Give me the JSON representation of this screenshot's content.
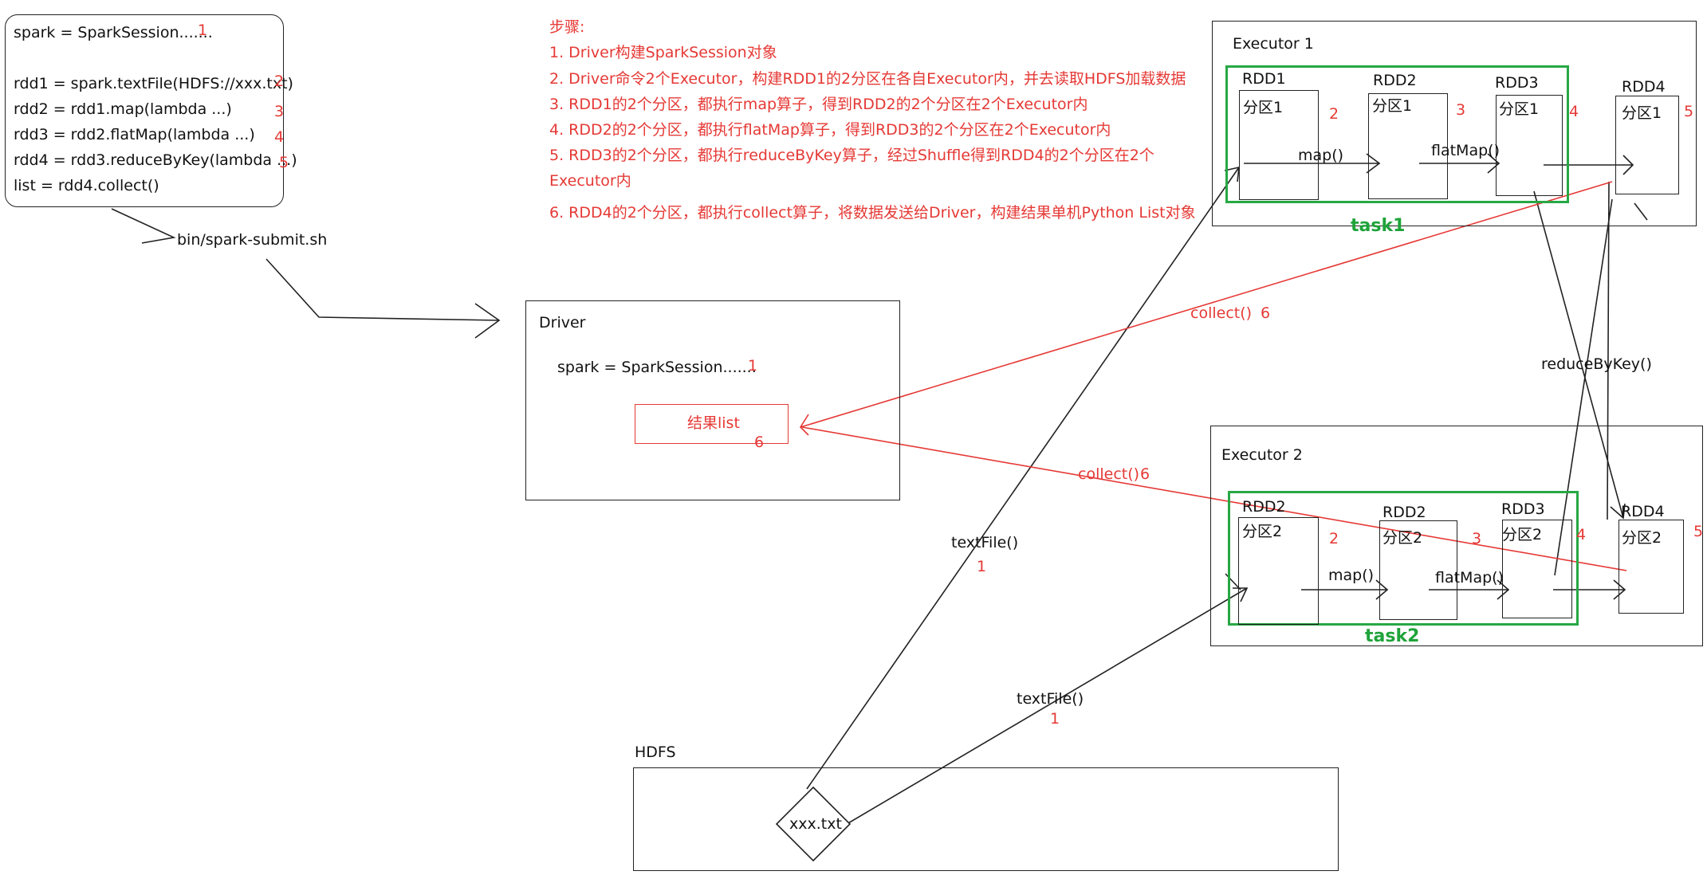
{
  "code_box": {
    "lines": [
      {
        "text": "spark = SparkSession.......",
        "num": "1"
      },
      {
        "text": "rdd1 = spark.textFile(HDFS://xxx.txt)",
        "num": "2"
      },
      {
        "text": "rdd2 = rdd1.map(lambda ...)",
        "num": "3"
      },
      {
        "text": "rdd3 = rdd2.flatMap(lambda ...)",
        "num": "4"
      },
      {
        "text": "rdd4 = rdd3.reduceByKey(lambda ...)",
        "num": "5"
      },
      {
        "text": "list = rdd4.collect()",
        "num": ""
      }
    ]
  },
  "submit_label": "bin/spark-submit.sh",
  "steps": {
    "title": "步骤:",
    "items": [
      "1. Driver构建SparkSession对象",
      "2. Driver命令2个Executor，构建RDD1的2分区在各自Executor内，并去读取HDFS加载数据",
      "3. RDD1的2个分区，都执行map算子，得到RDD2的2个分区在2个Executor内",
      "4. RDD2的2个分区，都执行flatMap算子，得到RDD3的2个分区在2个Executor内",
      "5. RDD3的2个分区，都执行reduceByKey算子，经过Shuffle得到RDD4的2个分区在2个",
      "Executor内",
      "6. RDD4的2个分区，都执行collect算子，将数据发送给Driver，构建结果单机Python List对象"
    ]
  },
  "driver": {
    "title": "Driver",
    "session": "spark = SparkSession.......",
    "session_num": "1",
    "result": "结果list",
    "result_num": "6"
  },
  "executor1": {
    "title": "Executor 1",
    "rdds": [
      "RDD1",
      "RDD2",
      "RDD3",
      "RDD4"
    ],
    "partition": "分区1",
    "nums": [
      "2",
      "3",
      "4",
      "5"
    ],
    "ops": [
      "map()",
      "flatMap()"
    ],
    "task": "task1"
  },
  "executor2": {
    "title": "Executor 2",
    "rdds": [
      "RDD2",
      "RDD2",
      "RDD3",
      "RDD4"
    ],
    "partition": "分区2",
    "nums": [
      "2",
      "3",
      "4",
      "5"
    ],
    "ops": [
      "map()",
      "flatMap()"
    ],
    "task": "task2"
  },
  "edges": {
    "collect1": "collect()",
    "collect1_num": "6",
    "collect2": "collect()",
    "collect2_num": "6",
    "reduce": "reduceByKey()",
    "textfile1": "textFile()",
    "textfile1_num": "1",
    "textfile2": "textFile()",
    "textfile2_num": "1"
  },
  "hdfs": {
    "title": "HDFS",
    "file": "xxx.txt"
  },
  "colors": {
    "annotation": "#e53935",
    "task": "#27a844",
    "line": "#222222"
  }
}
